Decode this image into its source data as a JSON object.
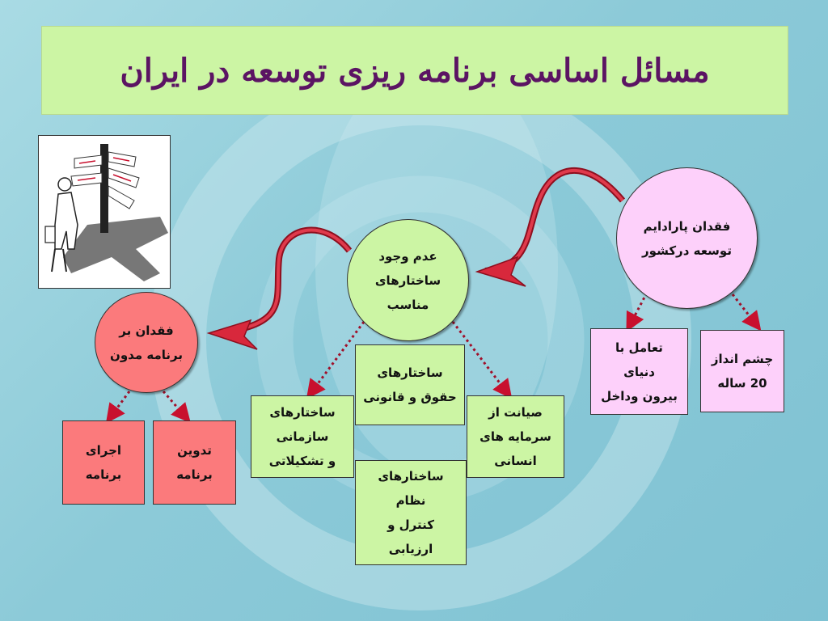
{
  "title": "مسائل اساسی برنامه ریزی توسعه در ایران",
  "colors": {
    "green": "#ccf5a4",
    "pink": "#fdd0fa",
    "red": "#fb7a7c",
    "title_text": "#5b1463",
    "arrow": "#c8102e"
  },
  "clipart": {
    "icon": "man-at-signpost-icon"
  },
  "nodes": {
    "center": [
      "عدم وجود",
      "ساختارهای",
      "مناسب"
    ],
    "right": [
      "فقدان پارادایم",
      "توسعه درکشور"
    ],
    "left": [
      "فقدان بر",
      "برنامه مدون"
    ],
    "legal": [
      "ساختارهای",
      "حقوق و قانونی"
    ],
    "org": [
      "ساختارهای",
      "سازمانی",
      "و تشکیلاتی"
    ],
    "control": [
      "ساختارهای",
      "نظام",
      "کنترل و",
      "ارزیابی"
    ],
    "human": [
      "صیانت از",
      "سرمایه های",
      "انسانی"
    ],
    "interaction": [
      "تعامل با",
      "دنیای",
      "بیرون وداخل"
    ],
    "vision": [
      "چشم انداز",
      "20 ساله"
    ],
    "implement": [
      "اجرای",
      "برنامه"
    ],
    "compile": [
      "تدوین",
      "برنامه"
    ]
  }
}
